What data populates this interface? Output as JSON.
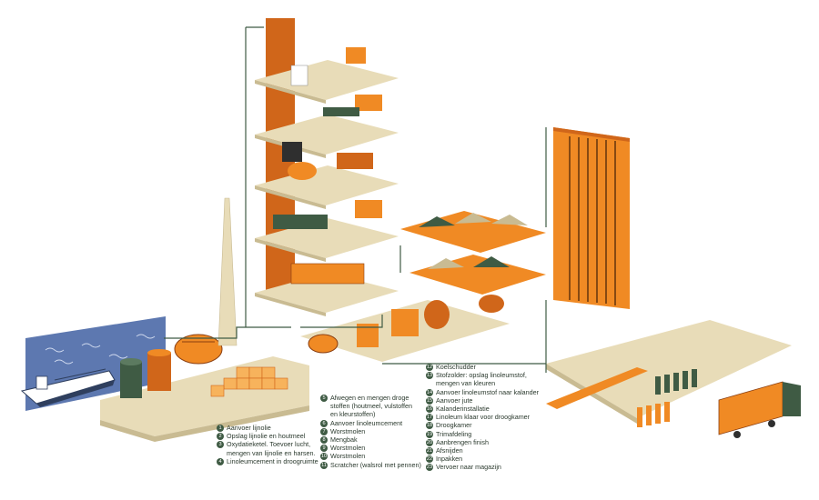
{
  "legend_columns": [
    [
      {
        "num": "1",
        "text": "Aanvoer lijnolie"
      },
      {
        "num": "2",
        "text": "Opslag lijnolie en houtmeel"
      },
      {
        "num": "3",
        "text": "Oxydatieketel. Toevoer lucht,\nmengen van lijnolie en harsen."
      },
      {
        "num": "4",
        "text": "Linoleumcement in droogruimte"
      }
    ],
    [
      {
        "num": "5",
        "text": "Afwegen en mengen droge\nstoffen (houtmeel, vulstoffen\nen kleurstoffen)"
      },
      {
        "num": "6",
        "text": "Aanvoer linoleumcement"
      },
      {
        "num": "7",
        "text": "Worstmolen"
      },
      {
        "num": "8",
        "text": "Mengbak"
      },
      {
        "num": "9",
        "text": "Worstmolen"
      },
      {
        "num": "10",
        "text": "Worstmolen"
      },
      {
        "num": "11",
        "text": "Scratcher (walsrol met pennen)"
      }
    ],
    [
      {
        "num": "12",
        "text": "Koelschudder"
      },
      {
        "num": "13",
        "text": "Stofzolder: opslag linoleumstof,\nmengen van kleuren"
      },
      {
        "num": "14",
        "text": "Aanvoer linoleumstof naar kalander"
      },
      {
        "num": "15",
        "text": "Aanvoer jute"
      },
      {
        "num": "16",
        "text": "Kalanderinstallatie"
      },
      {
        "num": "17",
        "text": "Linoleum klaar voor droogkamer"
      },
      {
        "num": "18",
        "text": "Droogkamer"
      },
      {
        "num": "19",
        "text": "Trimafdeling"
      },
      {
        "num": "20",
        "text": "Aanbrengen finish"
      },
      {
        "num": "21",
        "text": "Afsnijden"
      },
      {
        "num": "22",
        "text": "Inpakken"
      },
      {
        "num": "23",
        "text": "Vervoer naar magazijn"
      }
    ]
  ],
  "colors": {
    "orange": "#f08a24",
    "orange_dark": "#d0661a",
    "light_orange": "#f7b35c",
    "cream": "#e8dcb8",
    "cream_dark": "#c9bb92",
    "green_dark": "#3f5b44",
    "water": "#5d78b0",
    "water_light": "#8da3cf",
    "gray": "#bdbdbd"
  }
}
